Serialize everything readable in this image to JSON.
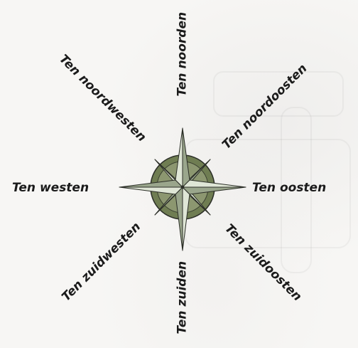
{
  "directions": {
    "north": "Ten noorden",
    "northeast": "Ten noordoosten",
    "east": "Ten oosten",
    "southeast": "Ten zuidoosten",
    "south": "Ten zuiden",
    "southwest": "Ten zuidwesten",
    "west": "Ten westen",
    "northwest": "Ten noordwesten"
  },
  "colors": {
    "text": "#1b1b1b",
    "ring": "#6f7d52",
    "point_light": "#dfe6d6",
    "point_dark": "#9aa68c",
    "outline": "#2c2f28"
  }
}
